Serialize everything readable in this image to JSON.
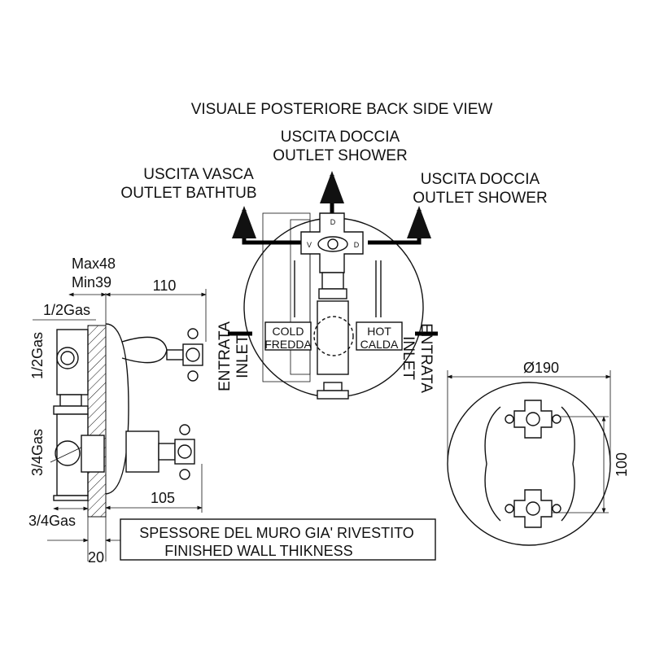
{
  "header": {
    "title": "VISUALE POSTERIORE  BACK SIDE VIEW"
  },
  "back_view": {
    "center_outlet": {
      "it": "USCITA DOCCIA",
      "en": "OUTLET SHOWER"
    },
    "left_outlet": {
      "it": "USCITA VASCA",
      "en": "OUTLET BATHTUB"
    },
    "right_outlet": {
      "it": "USCITA DOCCIA",
      "en": "OUTLET SHOWER"
    },
    "left_inlet": {
      "it": "ENTRATA",
      "en": "INLET"
    },
    "right_inlet": {
      "it": "ENTRATA",
      "en": "INLET"
    },
    "cold": {
      "en": "COLD",
      "it": "FREDDA"
    },
    "hot": {
      "en": "HOT",
      "it": "CALDA"
    },
    "diverter_labels": {
      "top": "D",
      "left": "V",
      "right": "D"
    }
  },
  "side_view": {
    "max": "Max48",
    "min": "Min39",
    "depth_top": "110",
    "depth_bottom": "105",
    "wall": "20",
    "top_gas": "1/2Gas",
    "upper_vertical_gas": "1/2Gas",
    "lower_vertical_gas": "3/4Gas",
    "bottom_gas": "3/4Gas"
  },
  "note": {
    "line1": "SPESSORE DEL MURO GIA' RIVESTITO",
    "line2": "FINISHED WALL THIKNESS"
  },
  "front_view": {
    "diameter": "Ø190",
    "spacing": "100"
  }
}
